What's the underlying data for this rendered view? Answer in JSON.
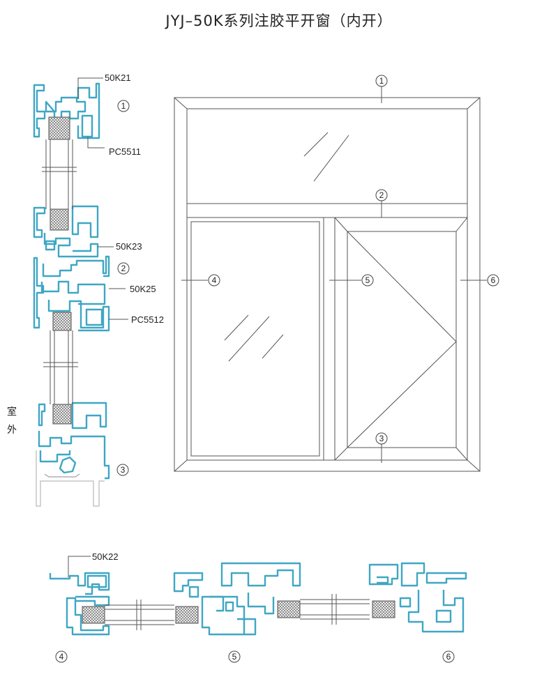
{
  "title": "JYJ–50K系列注胶平开窗（内开）",
  "side_label": [
    "室",
    "外"
  ],
  "vertical_section": {
    "labels": [
      "50K21",
      "PC5511",
      "50K23",
      "50K25",
      "PC5512"
    ],
    "markers": [
      "1",
      "2",
      "3"
    ]
  },
  "elevation": {
    "markers": [
      "1",
      "2",
      "3",
      "4",
      "5",
      "6"
    ]
  },
  "bottom_section": {
    "labels": [
      "50K22"
    ],
    "markers": [
      "4",
      "5",
      "6"
    ]
  },
  "colors": {
    "profile": "#3fa6c4",
    "line": "#555555",
    "glass": "#cfcfcf"
  }
}
